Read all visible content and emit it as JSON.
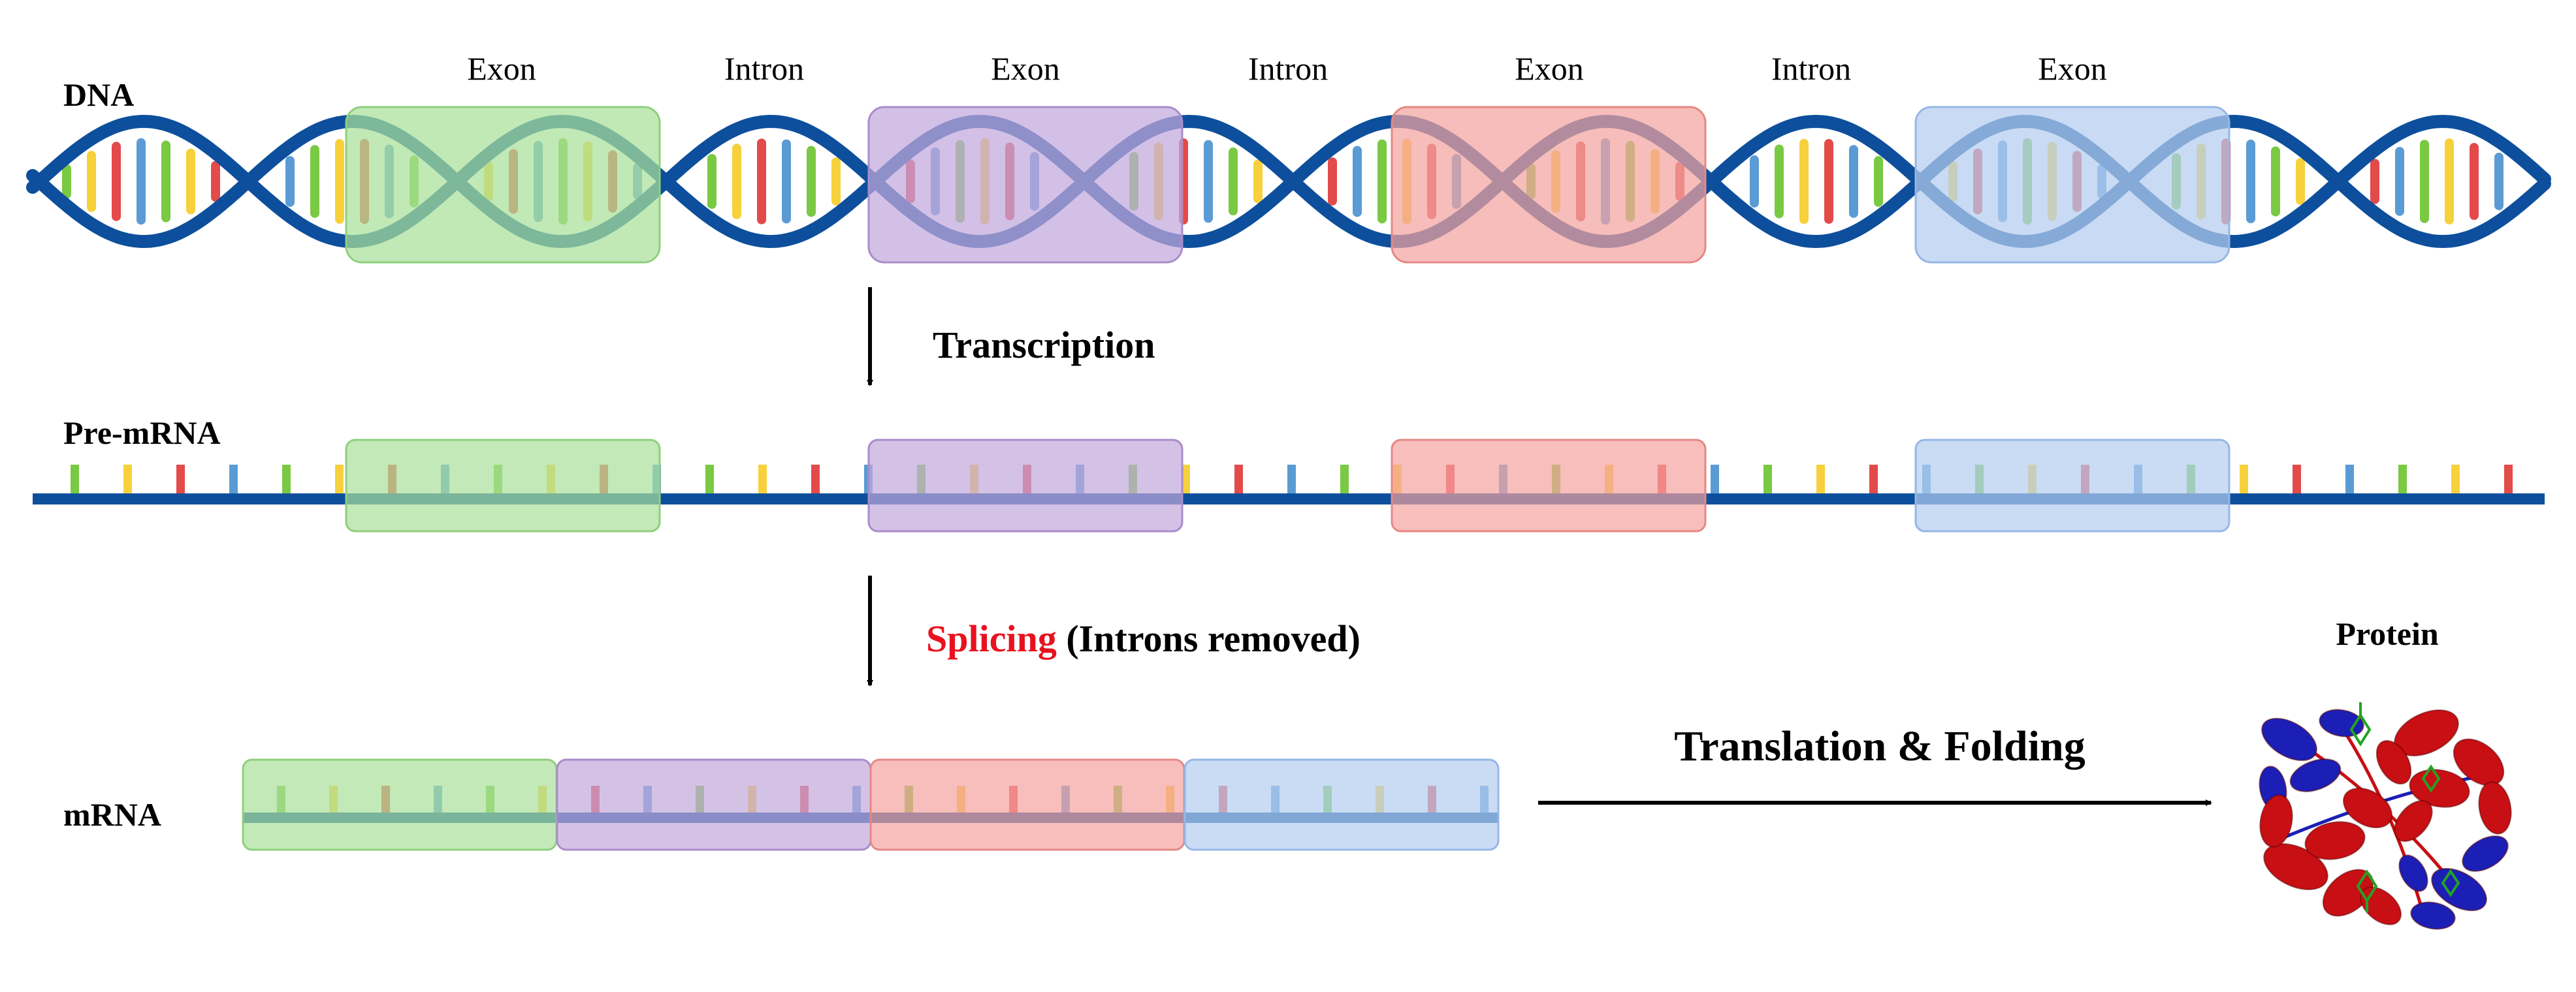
{
  "rows": {
    "dna": "DNA",
    "pre_mrna": "Pre-mRNA",
    "mrna": "mRNA"
  },
  "segments": [
    "Exon",
    "Intron",
    "Exon",
    "Intron",
    "Exon",
    "Intron",
    "Exon"
  ],
  "steps": {
    "transcription": "Transcription",
    "splicing_word": "Splicing",
    "splicing_rest": " (Introns removed)",
    "translation": "Translation & Folding"
  },
  "protein_label": "Protein",
  "colors": {
    "backbone": "#0d4f9c",
    "exon_fills": [
      "#a9e09a",
      "#c2a8dc",
      "#f3a3a0",
      "#b4cdf0"
    ],
    "exon_strokes": [
      "#8fcf7d",
      "#a98cc9",
      "#e58884",
      "#96b6e6"
    ],
    "bases": [
      "#7ac943",
      "#f7d13c",
      "#e34a4a",
      "#5b9bd5"
    ],
    "splicing": "#e8121f",
    "protein_helix_a": "#c80f14",
    "protein_helix_b": "#1c1fb5",
    "heme": "#22a322"
  }
}
